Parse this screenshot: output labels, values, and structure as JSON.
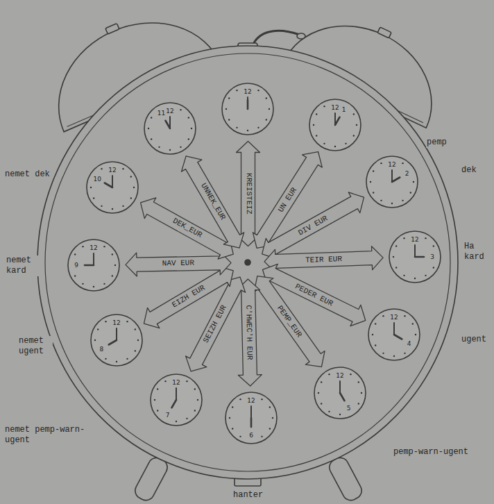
{
  "diagram": {
    "nodes": [
      {
        "text": [
          "12"
        ]
      },
      {
        "text": [
          "12",
          "1"
        ]
      },
      {
        "text": [
          "12",
          "2"
        ]
      },
      {
        "text": [
          "12",
          "3"
        ]
      },
      {
        "text": [
          "12",
          "4"
        ]
      },
      {
        "text": [
          "12",
          "5"
        ]
      },
      {
        "text": [
          "12",
          "6"
        ]
      },
      {
        "text": [
          "12",
          "7"
        ]
      },
      {
        "text": [
          "12",
          "8"
        ]
      },
      {
        "text": [
          "12",
          "9"
        ]
      },
      {
        "text": [
          "12",
          "10"
        ]
      },
      {
        "text": [
          "12",
          "11"
        ]
      },
      {
        "text": [
          "KREISTEIZ"
        ]
      },
      {
        "text": [
          "UN EUR"
        ]
      },
      {
        "text": [
          "DIV EUR"
        ]
      },
      {
        "text": [
          "TEIR EUR"
        ]
      },
      {
        "text": [
          "PEDER EUR"
        ]
      },
      {
        "text": [
          "PEMP_EUR"
        ]
      },
      {
        "text": [
          "C'HWEC'H EUR"
        ]
      },
      {
        "text": [
          "SEIZH EUR"
        ]
      },
      {
        "text": [
          "EIZH EUR"
        ]
      },
      {
        "text": [
          "NAV EUR"
        ]
      },
      {
        "text": [
          "DEK_EUR"
        ]
      },
      {
        "text": [
          "UNNEK_EUR"
        ]
      }
    ],
    "labels": [
      "pemp",
      "dek",
      "Ha kard",
      "ugent",
      "pemp-warn-ugent",
      "hanter",
      "nemet pemp-warn-ugent",
      "nemet ugent",
      "nemet kard",
      "nemet dek"
    ]
  }
}
